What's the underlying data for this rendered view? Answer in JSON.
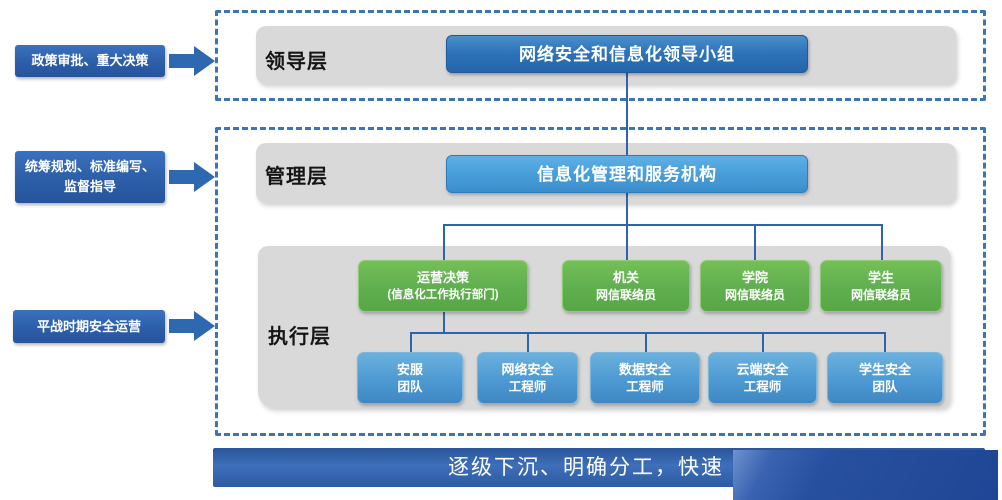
{
  "left_panel": {
    "labels": [
      {
        "line1": "政策审批、重大决策",
        "line2": ""
      },
      {
        "line1": "统筹规划、标准编写、",
        "line2": "监督指导"
      },
      {
        "line1": "平战时期安全运营",
        "line2": ""
      }
    ]
  },
  "layers": {
    "leadership": {
      "label": "领导层",
      "box": "网络安全和信息化领导小组"
    },
    "management": {
      "label": "管理层",
      "box": "信息化管理和服务机构"
    },
    "execution": {
      "label": "执行层",
      "green_boxes": [
        {
          "line1": "运营决策",
          "line2": "(信息化工作执行部门)"
        },
        {
          "line1": "机关",
          "line2": "网信联络员"
        },
        {
          "line1": "学院",
          "line2": "网信联络员"
        },
        {
          "line1": "学生",
          "line2": "网信联络员"
        }
      ],
      "team_boxes": [
        {
          "line1": "安服",
          "line2": "团队"
        },
        {
          "line1": "网络安全",
          "line2": "工程师"
        },
        {
          "line1": "数据安全",
          "line2": "工程师"
        },
        {
          "line1": "云端安全",
          "line2": "工程师"
        },
        {
          "line1": "学生安全",
          "line2": "团队"
        }
      ]
    }
  },
  "banner": {
    "text": "逐级下沉、明确分工，快速"
  },
  "icons": [
    {
      "name": "arrow-right-icon",
      "count": 3
    }
  ],
  "colors": {
    "side_label_blue": "#2c5ea9",
    "leadership_box_blue": "#2e74b8",
    "management_box_blue": "#4aa0dc",
    "green_box_green": "#61b050",
    "team_box_blue": "#4f9cd4",
    "container_grey": "#d9d9d9",
    "dashed_border_blue": "#3b74b8",
    "connector_blue": "#2f64ad",
    "banner_blue": "#2d5aa4",
    "overlay_dark_blue": "#27509f"
  }
}
